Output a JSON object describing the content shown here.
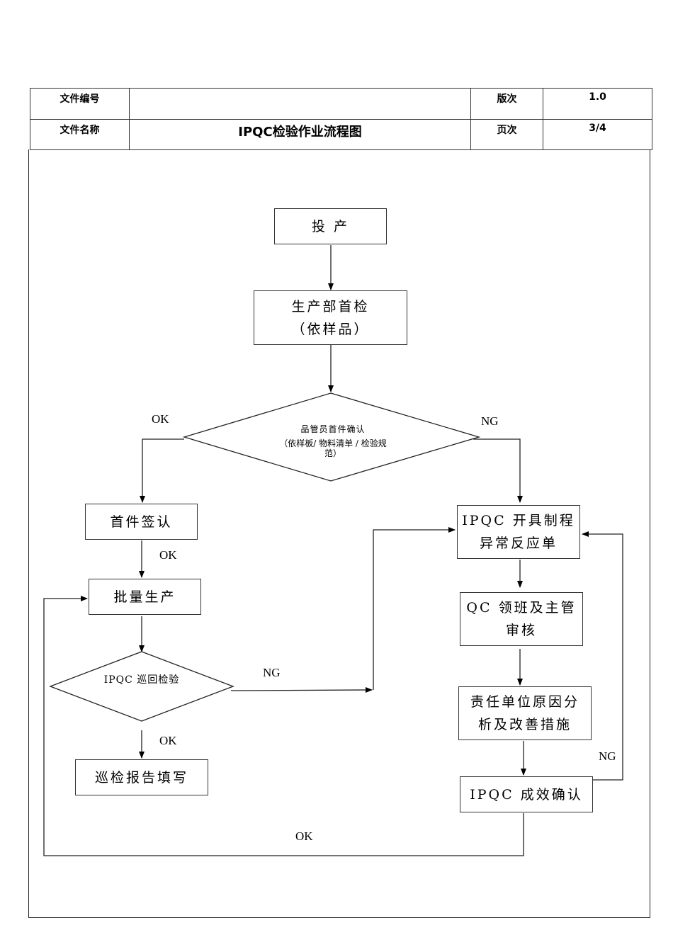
{
  "header": {
    "doc_no_label": "文件编号",
    "doc_no_value": "",
    "version_label": "版次",
    "version_value": "1.0",
    "doc_name_label": "文件名称",
    "doc_name_value": "IPQC检验作业流程图",
    "page_label": "页次",
    "page_value": "3/4"
  },
  "flow": {
    "start": "投 产",
    "prod_first_check": [
      "生产部首检",
      "（依样品）"
    ],
    "qc_confirm_decision": [
      "品管员首件确认",
      "（依样板/ 物料清单 / 检验规",
      "范）"
    ],
    "first_article_sign": "首件签认",
    "mass_production": "批量生产",
    "patrol_decision": "IPQC 巡回检验",
    "patrol_report": "巡检报告填写",
    "abnormal_report": [
      "IPQC 开具制程",
      "异常反应单"
    ],
    "qc_review": [
      "QC 领班及主管",
      "审核"
    ],
    "root_cause": [
      "责任单位原因分",
      "析及改善措施"
    ],
    "effect_confirm": "IPQC 成效确认"
  },
  "edge_labels": {
    "decision_ok": "OK",
    "decision_ng": "NG",
    "sign_ok": "OK",
    "patrol_ng": "NG",
    "patrol_ok": "OK",
    "effect_ng": "NG",
    "effect_ok": "OK"
  }
}
